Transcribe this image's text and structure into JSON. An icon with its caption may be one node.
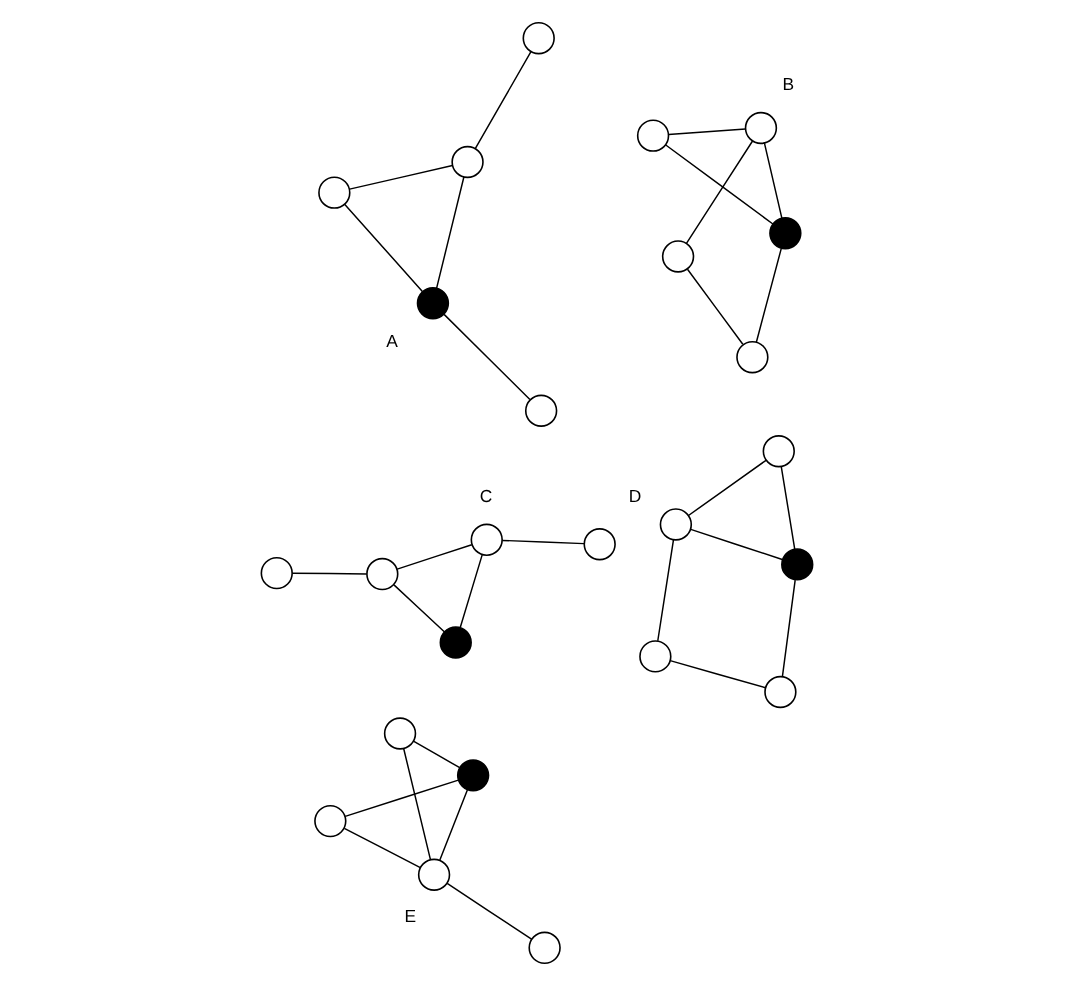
{
  "diagram": {
    "nodes": [
      {
        "text": [],
        "shape": "circle"
      },
      {
        "text": [],
        "shape": "circle"
      },
      {
        "text": [],
        "shape": "dot"
      },
      {
        "text": [],
        "shape": "circle"
      },
      {
        "text": [],
        "shape": "circle"
      },
      {
        "text": [],
        "shape": "circle"
      },
      {
        "text": [],
        "shape": "circle"
      },
      {
        "text": [],
        "shape": "dot"
      },
      {
        "text": [],
        "shape": "circle"
      },
      {
        "text": [],
        "shape": "circle"
      },
      {
        "text": [],
        "shape": "dot"
      },
      {
        "text": [],
        "shape": "circle"
      },
      {
        "text": [],
        "shape": "circle"
      },
      {
        "text": [],
        "shape": "circle"
      },
      {
        "text": [],
        "shape": "circle"
      },
      {
        "text": [],
        "shape": "circle"
      },
      {
        "text": [],
        "shape": "circle"
      },
      {
        "text": [],
        "shape": "circle"
      },
      {
        "text": [],
        "shape": "dot"
      },
      {
        "text": [],
        "shape": "circle"
      },
      {
        "text": [],
        "shape": "circle"
      },
      {
        "text": [],
        "shape": "circle"
      },
      {
        "text": [],
        "shape": "circle"
      },
      {
        "text": [],
        "shape": "circle"
      },
      {
        "text": [],
        "shape": "dot"
      }
    ],
    "edges": [
      {
        "from": 2,
        "to": 0,
        "arrow": "none"
      },
      {
        "from": 0,
        "to": 3,
        "arrow": "none"
      },
      {
        "from": 1,
        "to": 3,
        "arrow": "none"
      },
      {
        "from": 2,
        "to": 3,
        "arrow": "none"
      },
      {
        "from": 2,
        "to": 4,
        "arrow": "none"
      },
      {
        "from": 6,
        "to": 5,
        "arrow": "none"
      },
      {
        "from": 5,
        "to": 9,
        "arrow": "none"
      },
      {
        "from": 6,
        "to": 7,
        "arrow": "none"
      },
      {
        "from": 6,
        "to": 8,
        "arrow": "none"
      },
      {
        "from": 8,
        "to": 7,
        "arrow": "none"
      },
      {
        "from": 7,
        "to": 9,
        "arrow": "none"
      },
      {
        "from": 11,
        "to": 14,
        "arrow": "none"
      },
      {
        "from": 10,
        "to": 14,
        "arrow": "none"
      },
      {
        "from": 10,
        "to": 13,
        "arrow": "none"
      },
      {
        "from": 12,
        "to": 13,
        "arrow": "none"
      },
      {
        "from": 14,
        "to": 13,
        "arrow": "none"
      },
      {
        "from": 15,
        "to": 16,
        "arrow": "none"
      },
      {
        "from": 15,
        "to": 17,
        "arrow": "none"
      },
      {
        "from": 17,
        "to": 18,
        "arrow": "none"
      },
      {
        "from": 18,
        "to": 16,
        "arrow": "none"
      },
      {
        "from": 17,
        "to": 19,
        "arrow": "none"
      },
      {
        "from": 19,
        "to": 18,
        "arrow": "none"
      },
      {
        "from": 20,
        "to": 22,
        "arrow": "none"
      },
      {
        "from": 24,
        "to": 20,
        "arrow": "none"
      },
      {
        "from": 22,
        "to": 21,
        "arrow": "none"
      },
      {
        "from": 22,
        "to": 23,
        "arrow": "none"
      },
      {
        "from": 24,
        "to": 22,
        "arrow": "none"
      },
      {
        "from": 24,
        "to": 23,
        "arrow": "none"
      }
    ],
    "labels": [
      "A",
      "B",
      "C",
      "D",
      "E"
    ]
  }
}
